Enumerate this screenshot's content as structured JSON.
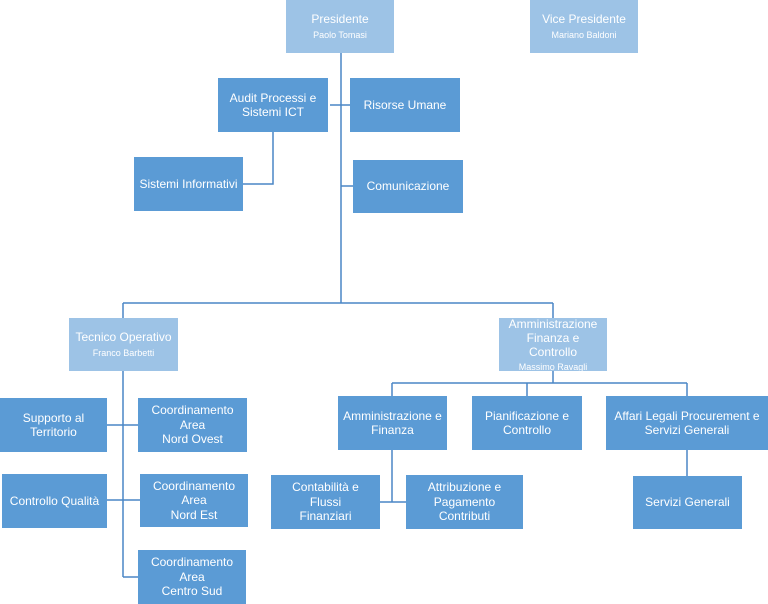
{
  "presidente": {
    "title": "Presidente",
    "name": "Paolo Tomasi"
  },
  "vice_presidente": {
    "title": "Vice Presidente",
    "name": "Mariano Baldoni"
  },
  "staff": {
    "audit": "Audit Processi e\nSistemi ICT",
    "risorse_umane": "Risorse Umane",
    "sistemi_informativi": "Sistemi Informativi",
    "comunicazione": "Comunicazione"
  },
  "tecnico_operativo": {
    "title": "Tecnico Operativo",
    "name": "Franco Barbetti",
    "supporto_territorio": "Supporto al\nTerritorio",
    "controllo_qualita": "Controllo Qualità",
    "coord_nord_ovest": "Coordinamento Area\nNord Ovest",
    "coord_nord_est": "Coordinamento Area\nNord Est",
    "coord_centro_sud": "Coordinamento Area\nCentro Sud"
  },
  "amministrazione": {
    "title": "Amministrazione\nFinanza e Controllo",
    "name": "Massimo Ravagli",
    "amm_finanza": "Amministrazione e\nFinanza",
    "pianificazione": "Pianificazione e\nControllo",
    "affari_legali": "Affari Legali Procurement e\nServizi Generali",
    "contabilita": "Contabilità e Flussi\nFinanziari",
    "attribuzione": "Attribuzione e\nPagamento Contributi",
    "servizi_generali": "Servizi Generali"
  },
  "colors": {
    "box": "#5b9bd5",
    "box_light": "#9dc3e6",
    "line": "#4a86c5"
  }
}
